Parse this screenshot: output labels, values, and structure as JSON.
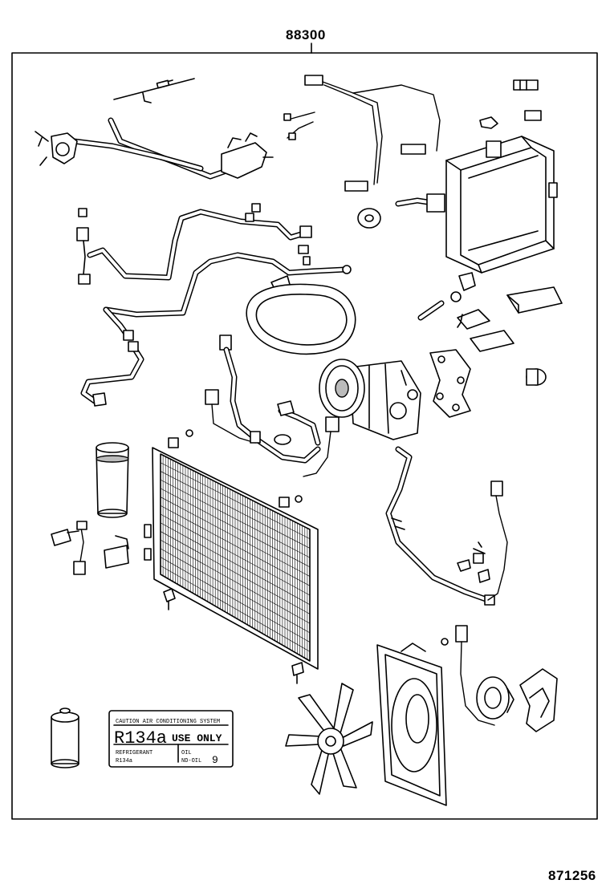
{
  "part_number": "88300",
  "diagram_number": "871256",
  "label": {
    "caution_line": "CAUTION  AIR CONDITIONING SYSTEM",
    "refrigerant": "R134a",
    "use_only": "USE ONLY",
    "spec_left_1": "REFRIGERANT",
    "spec_left_2": "R134a",
    "spec_right_1": "OIL",
    "spec_right_2": "ND-OIL",
    "spec_right_3": "9"
  }
}
